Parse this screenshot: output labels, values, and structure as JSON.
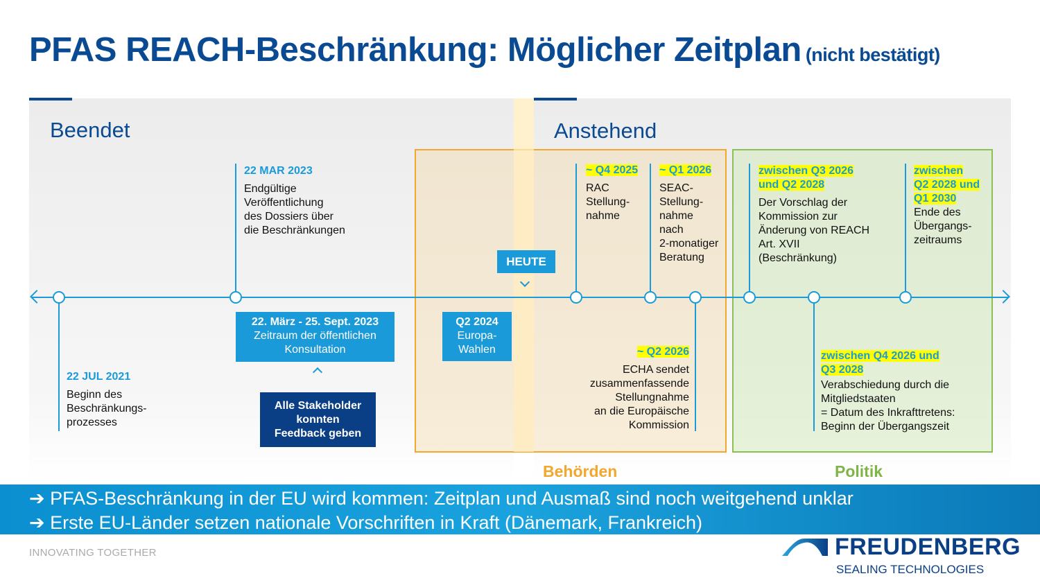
{
  "title": {
    "main": "PFAS REACH-Beschränkung: Möglicher Zeitplan",
    "note": "(nicht bestätigt)"
  },
  "sections": {
    "done": "Beendet",
    "upcoming": "Anstehend"
  },
  "today": "HEUTE",
  "events": [
    {
      "date": "22 JUL 2021",
      "text": [
        "Beginn des",
        "Beschränkungs-",
        "prozesses"
      ]
    },
    {
      "date": "22 MAR 2023",
      "text": [
        "Endgültige",
        "Veröffentlichung",
        "des Dossiers über",
        "die Beschränkungen"
      ]
    },
    {
      "date": "~ Q4 2025",
      "text": [
        "RAC",
        "Stellung-",
        "nahme"
      ]
    },
    {
      "date": "~ Q1 2026",
      "text": [
        "SEAC-",
        "Stellung-",
        "nahme",
        "nach",
        "2-monatiger",
        "Beratung"
      ]
    },
    {
      "date": "~ Q2 2026",
      "text": [
        "ECHA sendet",
        "zusammenfassende",
        "Stellungnahme",
        "an die Europäische",
        "Kommission"
      ]
    },
    {
      "date": [
        "zwischen Q3 2026",
        "und Q2 2028"
      ],
      "text": [
        "Der Vorschlag der",
        "Kommission zur",
        "Änderung von REACH",
        "Art. XVII",
        "(Beschränkung)"
      ]
    },
    {
      "date": [
        "zwischen Q4 2026 und",
        "Q3 2028"
      ],
      "text": [
        "Verabschiedung durch die",
        "Mitgliedstaaten",
        "= Datum des Inkrafttretens:",
        "Beginn der Übergangszeit"
      ]
    },
    {
      "date": [
        "zwischen",
        "Q2 2028 und",
        "Q1 2030"
      ],
      "text": [
        "Ende des",
        "Übergangs-",
        "zeitraums"
      ]
    }
  ],
  "boxes": {
    "consultation": [
      "22. März - 25. Sept. 2023",
      "Zeitraum der öffentlichen",
      "Konsultation"
    ],
    "feedback": [
      "Alle Stakeholder",
      "konnten",
      "Feedback geben"
    ],
    "elections": [
      "Q2 2024",
      "Europa-",
      "Wahlen"
    ]
  },
  "groups": {
    "authorities": "Behörden",
    "politics": "Politik"
  },
  "banner": [
    "➔ PFAS-Beschränkung in der EU wird kommen: Zeitplan und Ausmaß sind noch weitgehend unklar",
    "➔ Erste EU-Länder setzen nationale Vorschriften in Kraft (Dänemark, Frankreich)"
  ],
  "footer": "INNOVATING TOGETHER",
  "logo": {
    "name": "FREUDENBERG",
    "sub": "SEALING TECHNOLOGIES"
  },
  "colors": {
    "navy": "#0a4a93",
    "blue": "#1a9ad8",
    "orange": "#f0a92e",
    "green": "#8dc054",
    "highlight": "#ffff00"
  }
}
